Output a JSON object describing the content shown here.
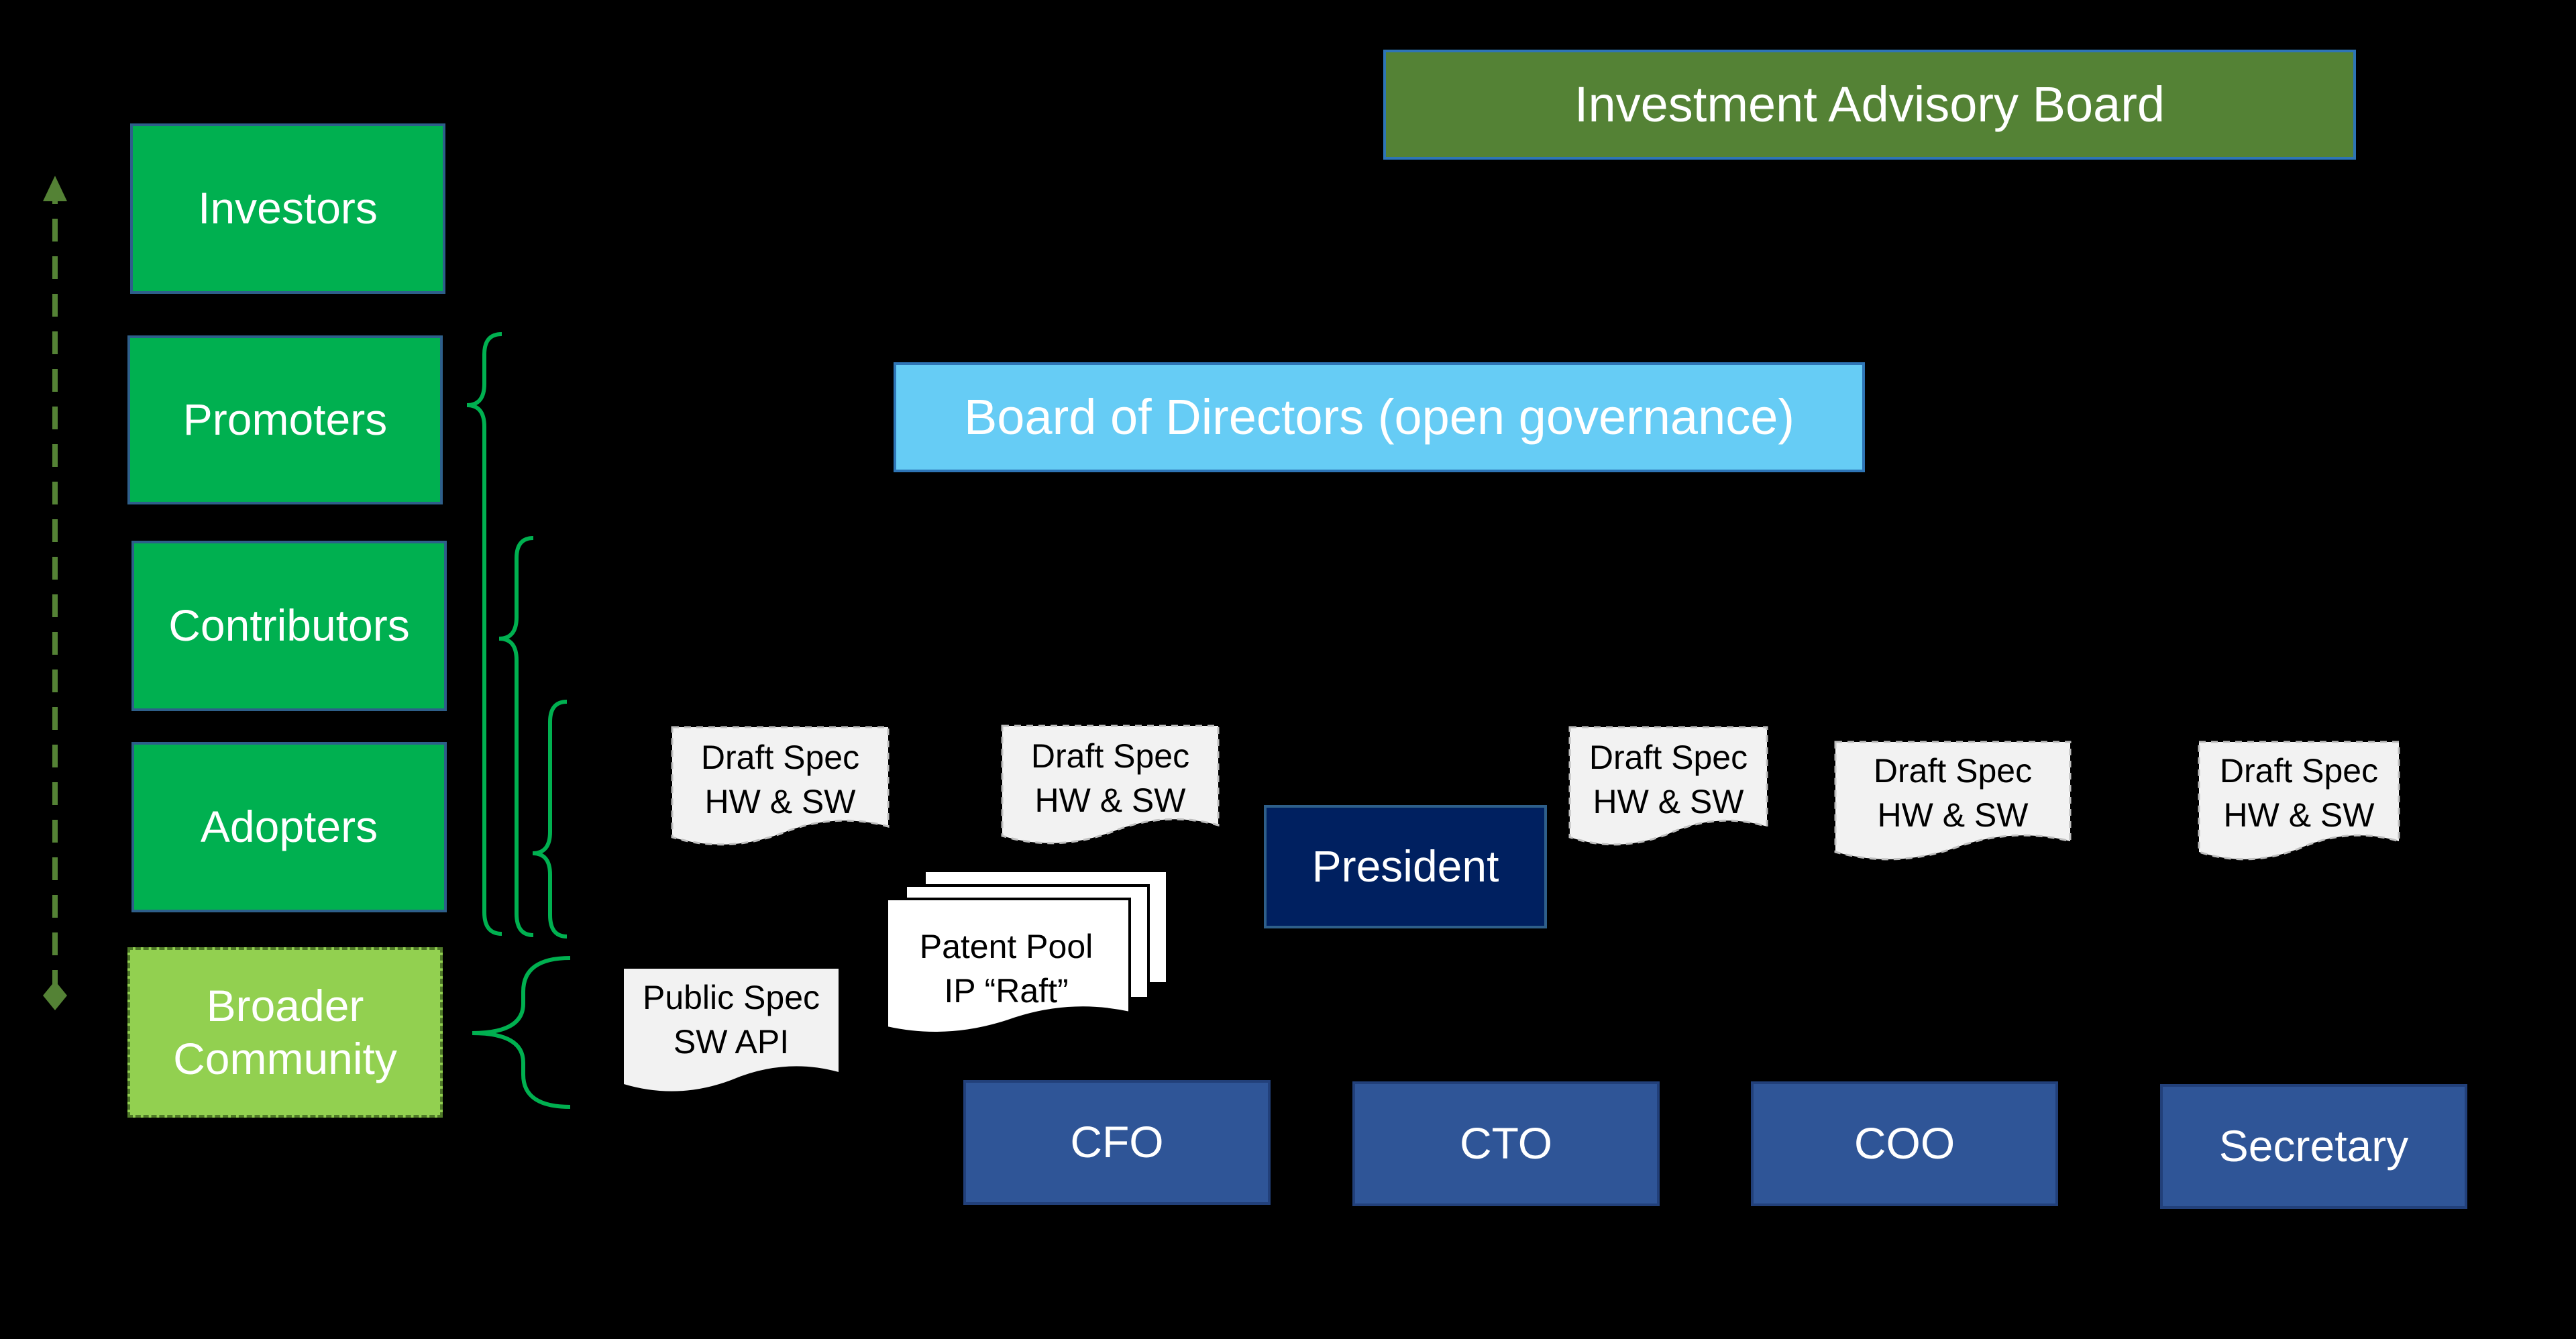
{
  "tiers": {
    "investors": "Investors",
    "promoters": "Promoters",
    "contributors": "Contributors",
    "adopters": "Adopters",
    "broader_line1": "Broader",
    "broader_line2": "Community"
  },
  "governance": {
    "advisory_board": "Investment Advisory Board",
    "board_of_directors": "Board of Directors (open governance)",
    "president": "President"
  },
  "officers": {
    "cfo": "CFO",
    "cto": "CTO",
    "coo": "COO",
    "secretary": "Secretary"
  },
  "documents": {
    "draft_line1": "Draft Spec",
    "draft_line2": "HW & SW",
    "public_line1": "Public Spec",
    "public_line2": "SW API",
    "patent_line1": "Patent Pool",
    "patent_line2": "IP “Raft”"
  },
  "colors": {
    "tier_green": "#00b050",
    "broader_green": "#92d050",
    "advisory_green": "#548235",
    "board_blue": "#66ccf5",
    "president_navy": "#002060",
    "officer_blue": "#2f5597",
    "document_fill": "#f2f2f2",
    "bracket_green": "#00b050"
  }
}
